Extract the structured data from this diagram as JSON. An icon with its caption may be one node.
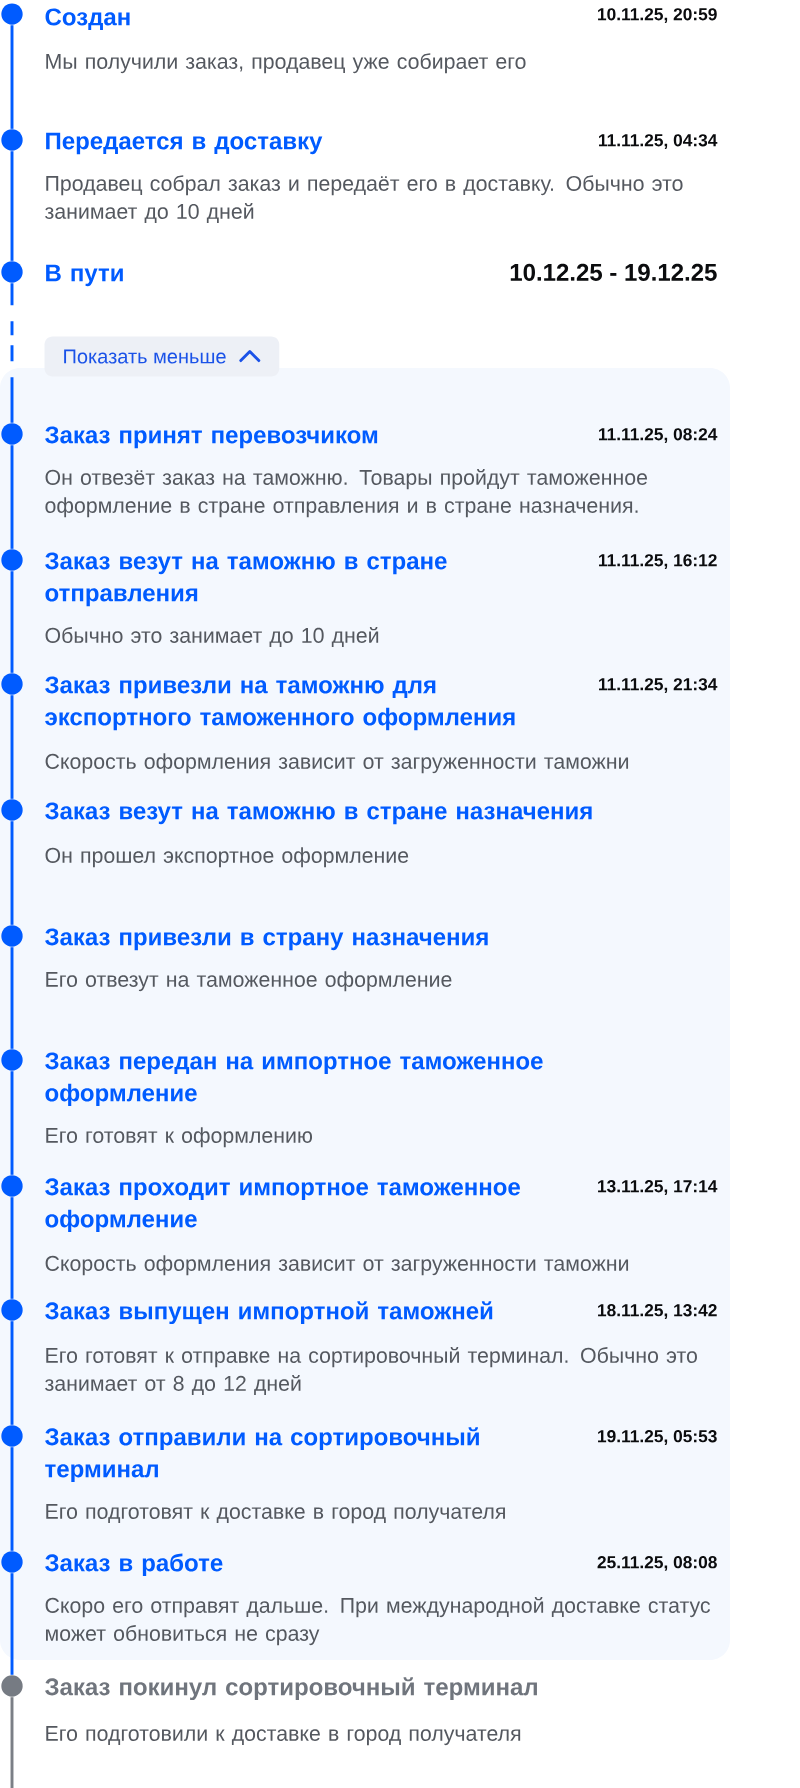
{
  "diagram": {
    "nodes": [
      {
        "text": [],
        "shape": "circle",
        "beside": [
          "Создан",
          "Мы получили заказ, продавец уже собирает его"
        ]
      },
      {
        "text": [],
        "shape": "circle",
        "beside": [
          "Передается в доставку",
          "Продавец собрал заказ и передаёт его в доставку. Обычно это занимает до 10 дней"
        ]
      },
      {
        "text": [],
        "shape": "circle",
        "beside": [
          "В пути"
        ]
      },
      {
        "text": [
          "Показать меньше"
        ]
      },
      {
        "text": [],
        "shape": "box"
      },
      {
        "text": [],
        "shape": "circle",
        "in": 4,
        "beside": [
          "Заказ принят перевозчиком",
          "Он отвезёт заказ на таможню. Товары пройдут таможенное оформление в стране отправления и в стране назначения."
        ]
      },
      {
        "text": [],
        "shape": "circle",
        "in": 4,
        "beside": [
          "Заказ везут на таможню в стране отправления",
          "Обычно это занимает до 10 дней"
        ]
      },
      {
        "text": [],
        "shape": "circle",
        "in": 4,
        "beside": [
          "Заказ привезли на таможню для экспортного таможенного оформления",
          "Скорость оформления зависит от загруженности таможни"
        ]
      },
      {
        "text": [],
        "shape": "circle",
        "in": 4,
        "beside": [
          "Заказ везут на таможню в стране назначения",
          "Он прошел экспортное оформление"
        ]
      },
      {
        "text": [],
        "shape": "circle",
        "in": 4,
        "beside": [
          "Заказ привезли в страну назначения",
          "Его отвезут на таможенное оформление"
        ]
      },
      {
        "text": [],
        "shape": "circle",
        "in": 4,
        "beside": [
          "Заказ передан на импортное таможенное оформление",
          "Его готовят к оформлению"
        ]
      },
      {
        "text": [],
        "shape": "circle",
        "in": 4,
        "beside": [
          "Заказ проходит импортное таможенное оформление",
          "Скорость оформления зависит от загруженности таможни"
        ]
      },
      {
        "text": [],
        "shape": "circle",
        "in": 4,
        "beside": [
          "Заказ выпущен импортной таможней",
          "Его готовят к отправке на сортировочный терминал. Обычно это занимает от 8 до 12 дней"
        ]
      },
      {
        "text": [],
        "shape": "circle",
        "in": 4,
        "beside": [
          "Заказ отправили на сортировочный терминал",
          "Его подготовят к доставке в город получателя"
        ]
      },
      {
        "text": [],
        "shape": "circle",
        "in": 4,
        "beside": [
          "Заказ в работе",
          "Скоро его отправят дальше. При международной доставке статус может обновиться не сразу"
        ]
      },
      {
        "text": [],
        "shape": "circle",
        "beside": [
          "Заказ покинул сортировочный терминал",
          "Его подготовили к доставке в город получателя"
        ]
      }
    ],
    "edges": [
      {
        "from": 0,
        "to": 1,
        "arrow": "none"
      },
      {
        "from": 1,
        "to": 2,
        "arrow": "none"
      },
      {
        "from": 2,
        "to": 5,
        "arrow": "none",
        "style": "dashed"
      },
      {
        "from": 5,
        "to": 6,
        "arrow": "none"
      },
      {
        "from": 6,
        "to": 7,
        "arrow": "none"
      },
      {
        "from": 7,
        "to": 8,
        "arrow": "none"
      },
      {
        "from": 8,
        "to": 9,
        "arrow": "none"
      },
      {
        "from": 9,
        "to": 10,
        "arrow": "none"
      },
      {
        "from": 10,
        "to": 11,
        "arrow": "none"
      },
      {
        "from": 11,
        "to": 12,
        "arrow": "none"
      },
      {
        "from": 12,
        "to": 13,
        "arrow": "none"
      },
      {
        "from": 13,
        "to": 14,
        "arrow": "none"
      },
      {
        "from": 14,
        "to": 15,
        "arrow": "none"
      },
      {
        "from": 15,
        "to": null,
        "arrow": "none",
        "color": "#7b7f86"
      }
    ],
    "labels": [
      "10.11.25, 20:59",
      "11.11.25, 04:34",
      "10.12.25 - 19.12.25",
      "11.11.25, 08:24",
      "11.11.25, 16:12",
      "11.11.25, 21:34",
      "13.11.25, 17:14",
      "18.11.25, 13:42",
      "19.11.25, 05:53",
      "25.11.25, 08:08"
    ]
  }
}
